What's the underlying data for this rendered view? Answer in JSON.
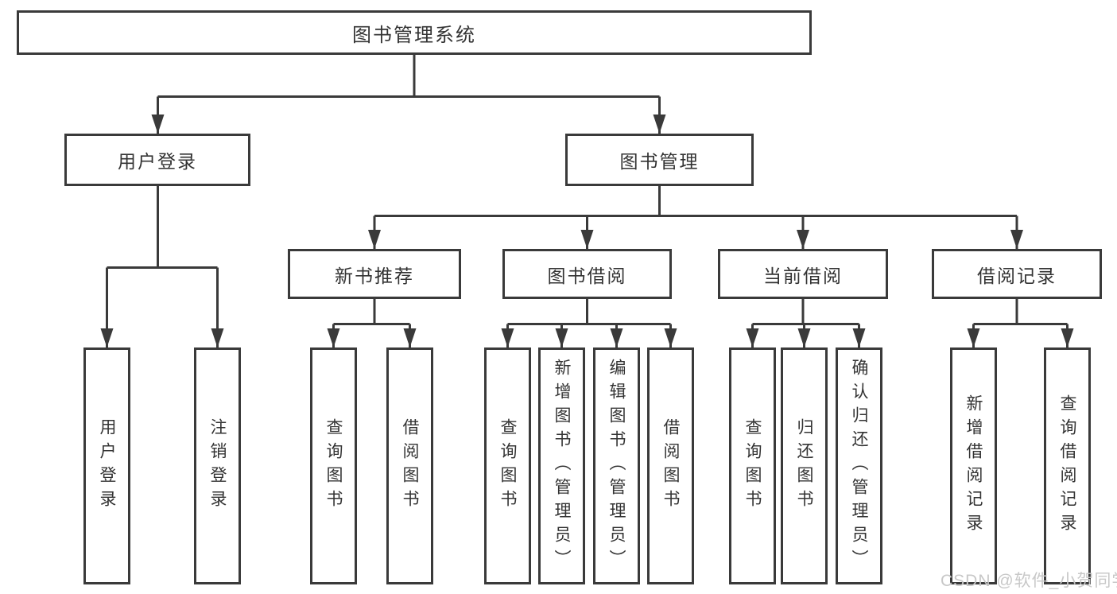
{
  "diagram": {
    "root": {
      "label": "图书管理系统"
    },
    "level2": [
      {
        "label": "用户登录"
      },
      {
        "label": "图书管理"
      }
    ],
    "level3": [
      {
        "label": "新书推荐"
      },
      {
        "label": "图书借阅"
      },
      {
        "label": "当前借阅"
      },
      {
        "label": "借阅记录"
      }
    ],
    "leaves": [
      {
        "label": "用户登录"
      },
      {
        "label": "注销登录"
      },
      {
        "label": "查询图书"
      },
      {
        "label": "借阅图书"
      },
      {
        "label": "查询图书"
      },
      {
        "label": "新增图书（管理员）"
      },
      {
        "label": "编辑图书（管理员）"
      },
      {
        "label": "借阅图书"
      },
      {
        "label": "查询图书"
      },
      {
        "label": "归还图书"
      },
      {
        "label": "确认归还（管理员）"
      },
      {
        "label": "新增借阅记录"
      },
      {
        "label": "查询借阅记录"
      }
    ]
  },
  "watermark": "CSDN @软件_小贺同学",
  "colors": {
    "line": "#3a3a3a",
    "text": "#333333",
    "watermark": "#c8c8c8"
  }
}
